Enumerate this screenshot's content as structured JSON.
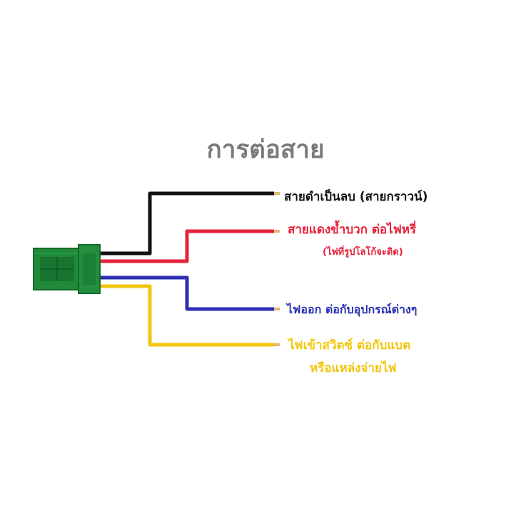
{
  "title": "การต่อสาย",
  "wires": {
    "black": {
      "label": "สายดำเป็นลบ (สายกราวน์)",
      "color": "#111111"
    },
    "red": {
      "label": "สายแดงข้ำบวก ต่อไฟหรี่",
      "note": "(ไฟที่รูปโลโก้จะติด)",
      "color": "#e8213a"
    },
    "blue": {
      "label": "ไฟออก ต่อกับอุปกรณ์ต่างๆ",
      "color": "#2b2fb3"
    },
    "yellow": {
      "label": "ไฟเข้าสวิตซ์ ต่อกับแบต",
      "note": "หรือแหล่งจ่ายไฟ",
      "color": "#f2c60f"
    }
  },
  "connector": {
    "color": "#1f8a3a"
  }
}
